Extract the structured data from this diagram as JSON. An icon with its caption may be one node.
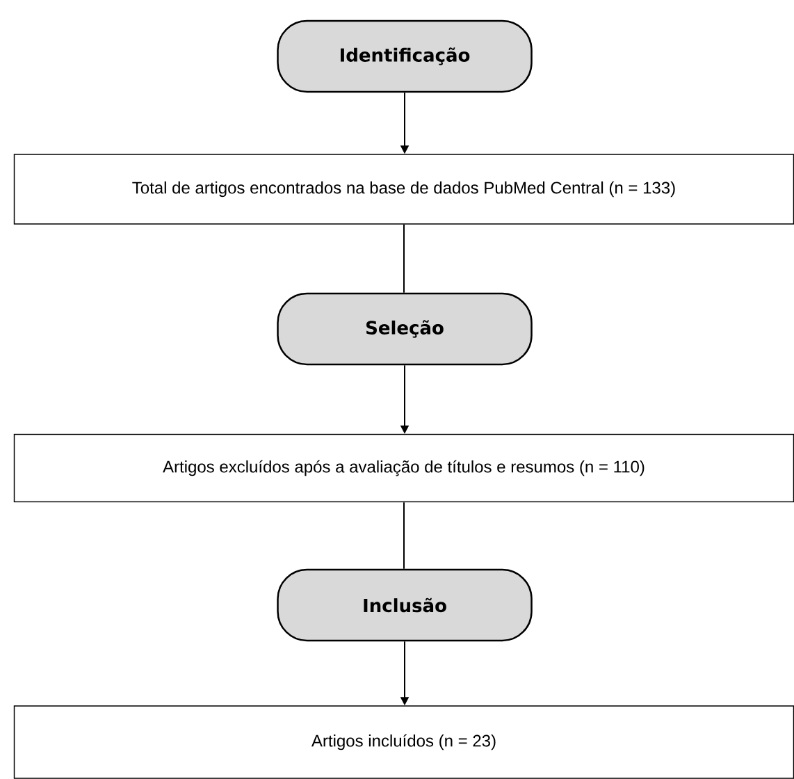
{
  "diagram": {
    "nodes": [
      {
        "text": [
          "Identificação"
        ]
      },
      {
        "text": [
          "Total de artigos encontrados na base de dados PubMed Central (n = 133)"
        ]
      },
      {
        "text": [
          "Seleção"
        ]
      },
      {
        "text": [
          "Artigos excluídos após a avaliação de títulos e resumos (n = 110)"
        ]
      },
      {
        "text": [
          "Inclusão"
        ]
      },
      {
        "text": [
          "Artigos incluídos (n = 23)"
        ]
      }
    ],
    "edges": [
      {
        "from": 0,
        "to": 1,
        "arrow": "to"
      },
      {
        "from": 1,
        "to": 2,
        "arrow": "none"
      },
      {
        "from": 2,
        "to": 3,
        "arrow": "to"
      },
      {
        "from": 3,
        "to": 4,
        "arrow": "none"
      },
      {
        "from": 4,
        "to": 5,
        "arrow": "to"
      }
    ]
  }
}
